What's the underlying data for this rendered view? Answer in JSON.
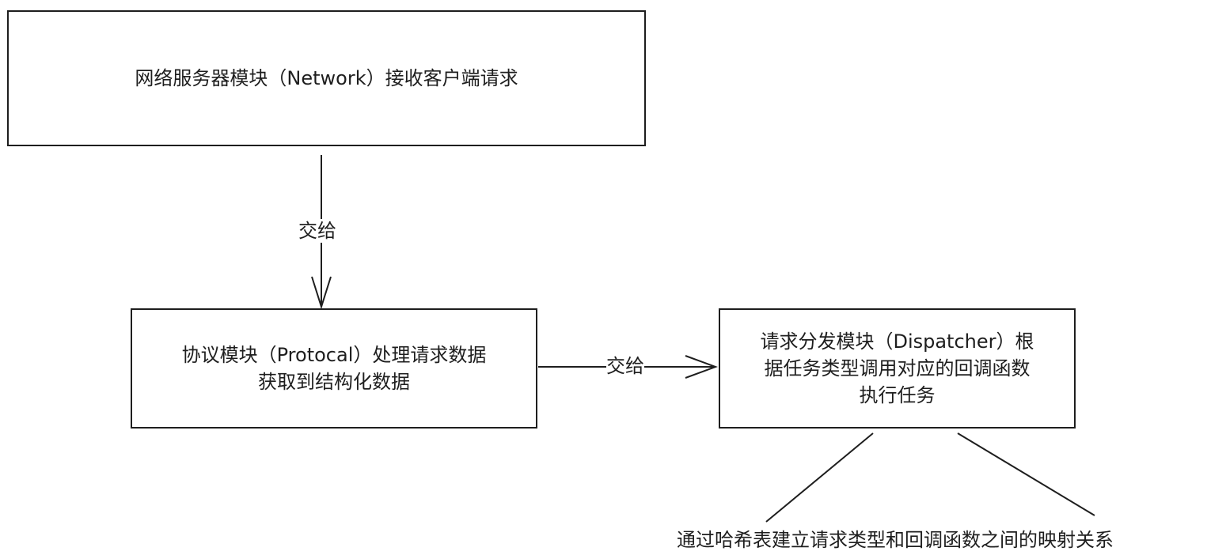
{
  "nodes": {
    "network": {
      "lines": [
        "网络服务器模块（Network）接收客户端请求"
      ]
    },
    "protocol": {
      "lines": [
        "协议模块（Protocal）处理请求数据",
        "获取到结构化数据"
      ]
    },
    "dispatcher": {
      "lines": [
        "请求分发模块（Dispatcher）根",
        "据任务类型调用对应的回调函数",
        "执行任务"
      ]
    }
  },
  "edges": {
    "network_to_protocol": {
      "label": "交给"
    },
    "protocol_to_dispatcher": {
      "label": "交给"
    }
  },
  "note": {
    "text": "通过哈希表建立请求类型和回调函数之间的映射关系"
  },
  "colors": {
    "stroke": "#1e1e1e",
    "background": "#ffffff"
  }
}
